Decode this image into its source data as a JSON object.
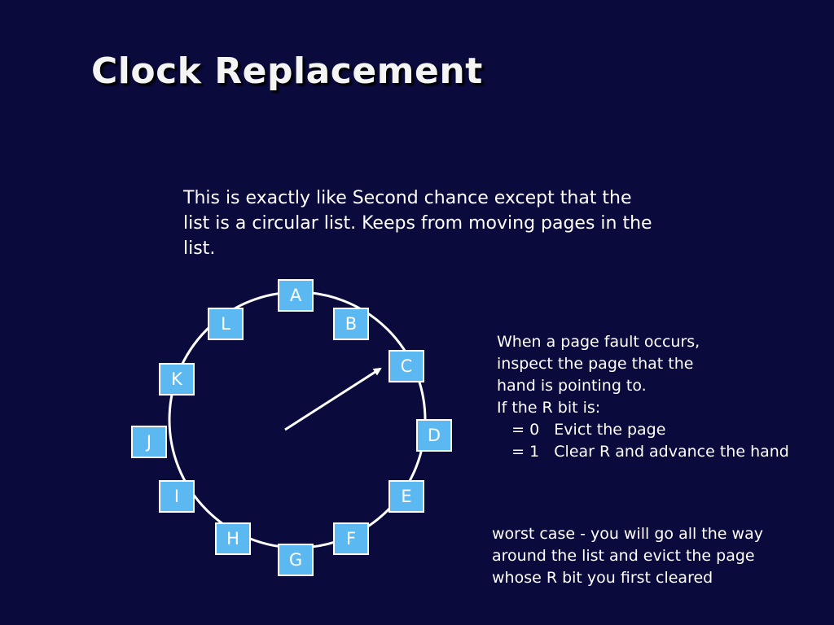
{
  "slide": {
    "title": "Clock Replacement",
    "intro_lines": [
      "This is exactly like Second chance except that the",
      "list is a circular list. Keeps from moving pages in the",
      "list."
    ],
    "rule_lines": [
      "When a page fault occurs,",
      "inspect the page that the",
      "hand is pointing to.",
      "If the R bit is:",
      "   = 0   Evict the page",
      "   = 1   Clear R and advance the hand"
    ],
    "worst_case_lines": [
      "worst case - you will go all the way",
      "around the list and evict the page",
      "whose R bit you first cleared"
    ]
  },
  "clock": {
    "pages": [
      "A",
      "B",
      "C",
      "D",
      "E",
      "F",
      "G",
      "H",
      "I",
      "J",
      "K",
      "L"
    ],
    "hand_points_to": "C",
    "colors": {
      "background": "#0a0a3d",
      "node_fill": "#5cb8f0",
      "node_border": "#ffffff",
      "circle": "#ffffff",
      "text": "#ffffff"
    }
  }
}
